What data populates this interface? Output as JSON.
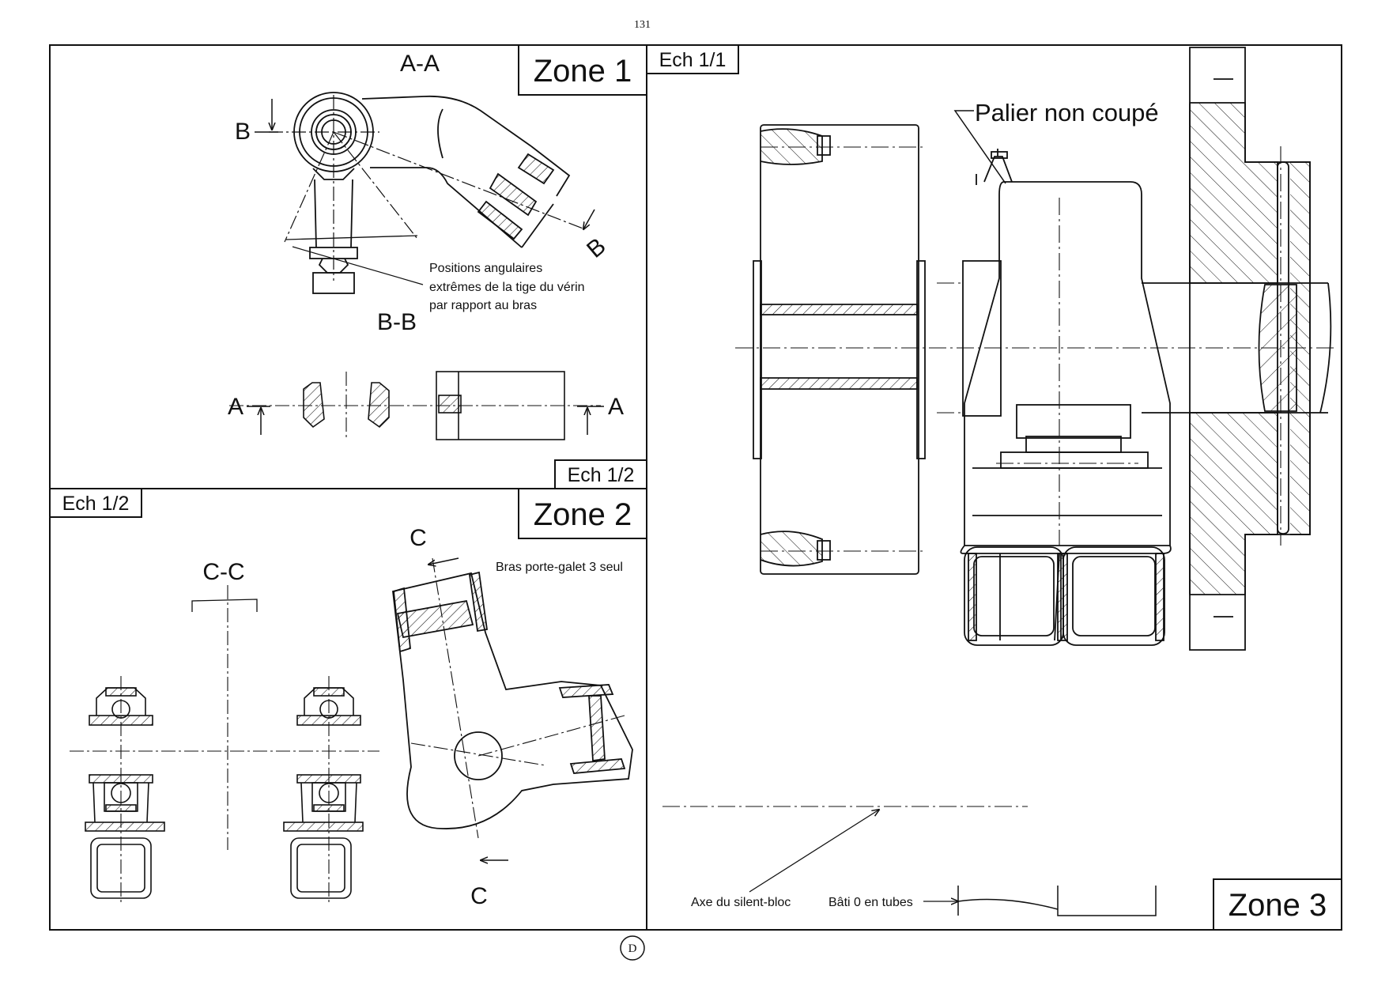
{
  "page_number": "131",
  "sheet_letter": "D",
  "zone1": {
    "title": "Zone 1",
    "scale": "Ech 1/2",
    "section_aa": "A-A",
    "section_bb": "B-B",
    "marker_a": "A",
    "marker_b": "B",
    "note_lines": [
      "Positions angulaires",
      "extrêmes de la tige du vérin",
      "par rapport au bras"
    ]
  },
  "zone2": {
    "title": "Zone 2",
    "scale": "Ech 1/2",
    "section_cc": "C-C",
    "marker_c": "C",
    "note": "Bras porte-galet 3 seul"
  },
  "zone3": {
    "title": "Zone 3",
    "scale": "Ech 1/1",
    "palier_label": "Palier non coupé",
    "axe_label": "Axe du silent-bloc",
    "bati_label": "Bâti 0 en tubes"
  }
}
